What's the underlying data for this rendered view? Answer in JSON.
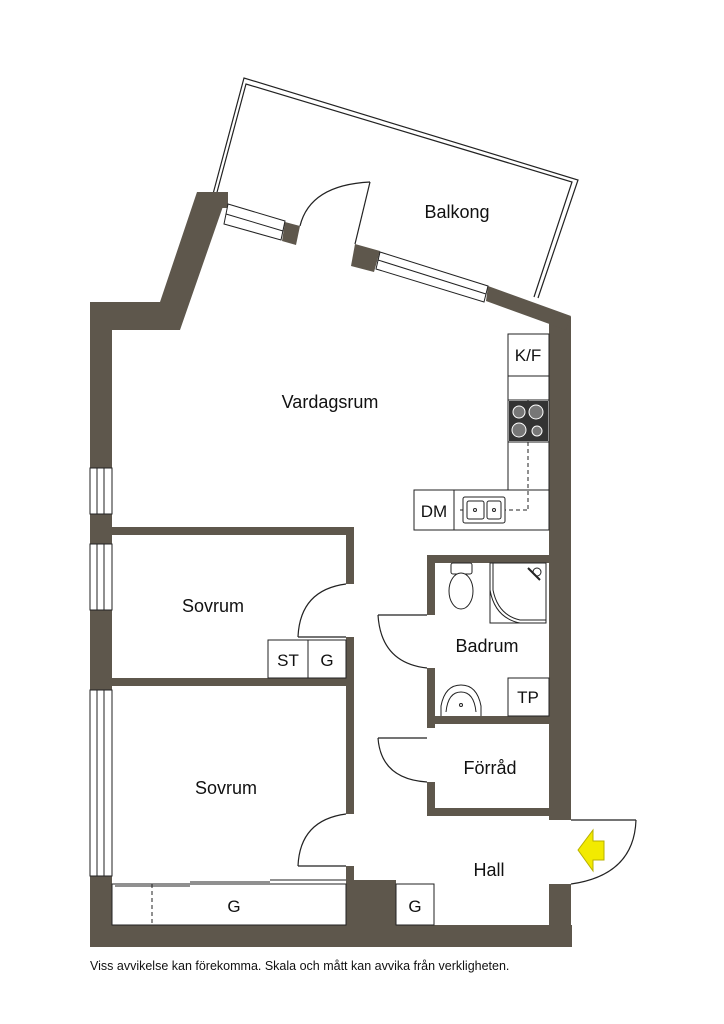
{
  "colors": {
    "wall": "#5e574c",
    "line": "#222222",
    "entry_arrow": "#f2ea00",
    "background": "#ffffff"
  },
  "rooms": {
    "balkong": "Balkong",
    "vardagsrum": "Vardagsrum",
    "sovrum_1": "Sovrum",
    "sovrum_2": "Sovrum",
    "badrum": "Badrum",
    "forrad": "Förråd",
    "hall": "Hall"
  },
  "fixtures": {
    "kf": "K/F",
    "dm": "DM",
    "st": "ST",
    "g_sovrum_1": "G",
    "g_sovrum_2": "G",
    "g_hall": "G",
    "tp": "TP"
  },
  "icons": {
    "stove": "stove-icon",
    "sink": "kitchen-sink-icon",
    "toilet": "toilet-icon",
    "shower": "shower-icon",
    "washbasin": "washbasin-icon",
    "entry": "entry-arrow-icon"
  },
  "footer": {
    "disclaimer": "Viss avvikelse kan förekomma. Skala och mått kan avvika från verkligheten."
  }
}
